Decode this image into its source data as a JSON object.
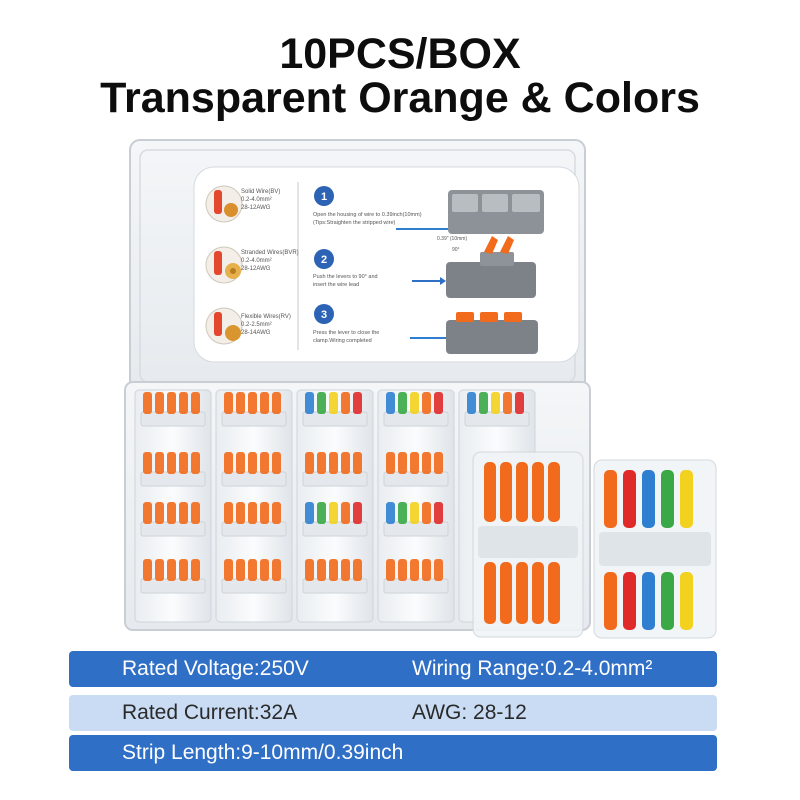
{
  "header": {
    "line1": "10PCS/BOX",
    "line2": "Transparent Orange & Colors"
  },
  "instruction_card": {
    "wire_types": [
      {
        "name": "Solid Wire(BV)",
        "range": "0.2-4.0mm²",
        "awg": "28-12AWG"
      },
      {
        "name": "Stranded Wires(BVR)",
        "range": "0.2-4.0mm²",
        "awg": "28-12AWG"
      },
      {
        "name": "Flexible Wires(RV)",
        "range": "0.2-2.5mm²",
        "awg": "28-14AWG"
      }
    ],
    "steps": [
      {
        "number": "1",
        "line1": "Open the housing of wire to 0.39inch(10mm)",
        "line2": "(Tips:Straighten the stripped wire)"
      },
      {
        "number": "2",
        "line1": "Push the levers to 90° and",
        "line2": "insert the wire lead"
      },
      {
        "number": "3",
        "line1": "Press the lever to close the",
        "line2": "clamp.Wiring completed"
      }
    ],
    "measure_label": "0.39\" (10mm)",
    "angle_label": "90°"
  },
  "specs": [
    {
      "left": "Rated Voltage:250V",
      "right": "Wiring Range:0.2-4.0mm²"
    },
    {
      "left": "Rated Current:32A",
      "right": "AWG: 28-12"
    },
    {
      "left": "Strip Length:9-10mm/0.39inch",
      "right": ""
    }
  ],
  "colors": {
    "spec_dark": "#2f6fc6",
    "spec_light": "#c9dcf4",
    "lever_orange": "#f26a1b",
    "lever_blue": "#2f7fd1",
    "lever_green": "#39a845",
    "lever_yellow": "#f2d21e",
    "lever_red": "#e02a2a",
    "step_circle": "#2c63b5"
  }
}
